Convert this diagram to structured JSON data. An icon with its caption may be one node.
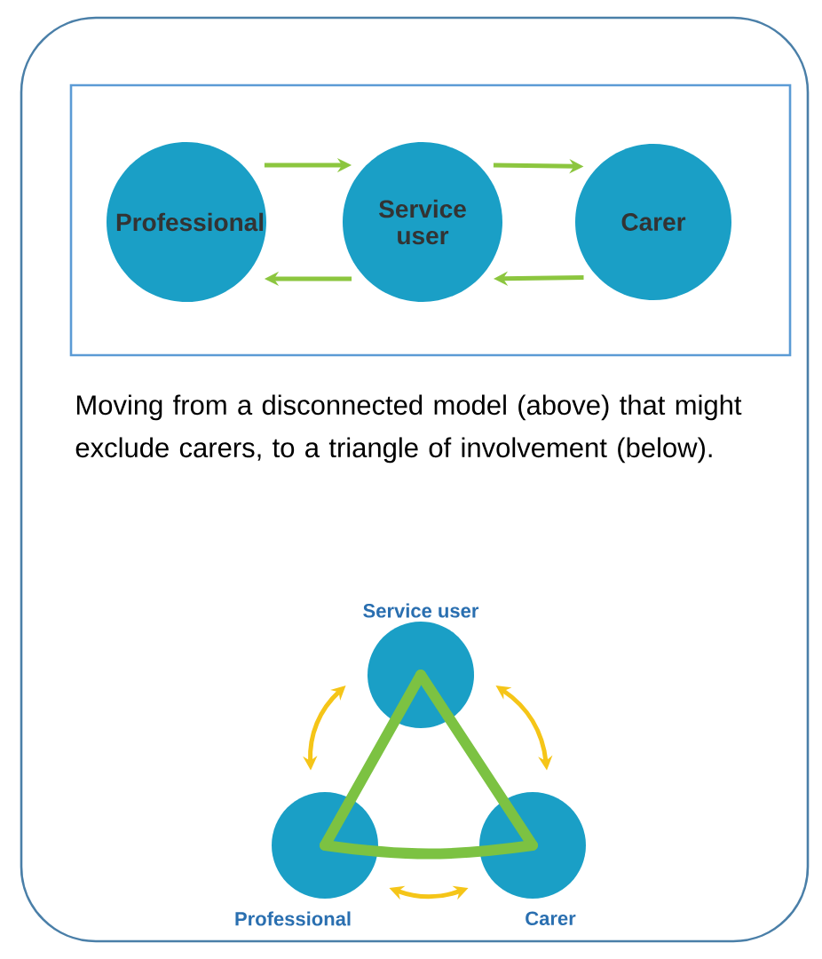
{
  "diagram": {
    "nodes": [
      {
        "text": [
          "Moving from a disconnected model (above) that might exclude carers, to a triangle of involvement (below)."
        ]
      },
      {
        "text": [],
        "shape": "box",
        "in": 0
      },
      {
        "text": [
          "Professional"
        ],
        "in": 1
      },
      {
        "text": [
          "Service user"
        ],
        "in": 1
      },
      {
        "text": [
          "Carer"
        ],
        "in": 1
      },
      {
        "text": [
          "Service user"
        ],
        "in": 0
      },
      {
        "text": [
          "Professional"
        ],
        "in": 0
      },
      {
        "text": [
          "Carer"
        ],
        "in": 0
      }
    ],
    "edges": [
      {
        "from": 2,
        "to": 3,
        "arrow": "to",
        "color": "#8cc63f"
      },
      {
        "from": 3,
        "to": 4,
        "arrow": "to",
        "color": "#8cc63f"
      },
      {
        "from": 4,
        "to": 3,
        "arrow": "to",
        "color": "#8cc63f"
      },
      {
        "from": 3,
        "to": 2,
        "arrow": "to",
        "color": "#8cc63f"
      },
      {
        "from": 5,
        "to": 6,
        "arrow": "both",
        "color": "#f5c518"
      },
      {
        "from": 7,
        "to": 5,
        "arrow": "both",
        "color": "#f5c518"
      },
      {
        "from": 6,
        "to": 7,
        "arrow": "both",
        "color": "#f5c518"
      },
      {
        "from": 5,
        "to": 7,
        "arrow": "none",
        "style": "thick",
        "color": "#7cc242"
      },
      {
        "from": 7,
        "to": 6,
        "arrow": "none",
        "style": "thick",
        "color": "#7cc242"
      },
      {
        "from": 6,
        "to": 5,
        "arrow": "none",
        "style": "thick",
        "color": "#7cc242"
      }
    ]
  }
}
